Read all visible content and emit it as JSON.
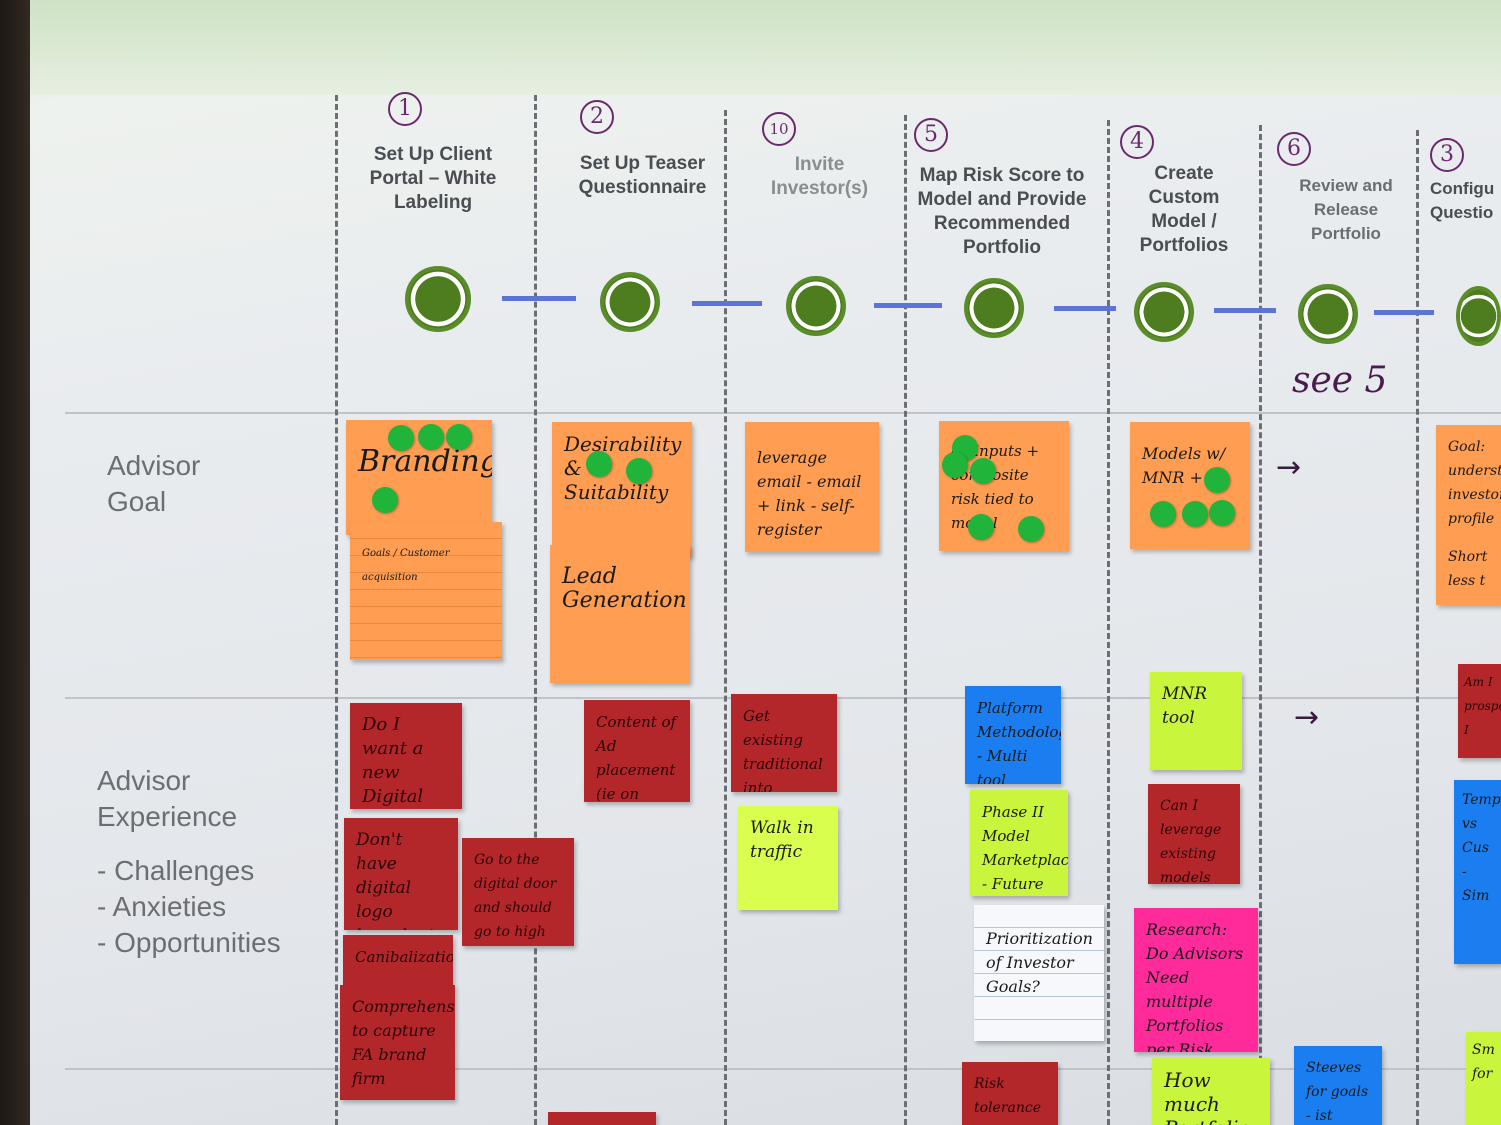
{
  "steps": [
    {
      "num": "1",
      "title": "Set Up Client Portal – White Labeling"
    },
    {
      "num": "2",
      "title": "Set Up Teaser Questionnaire"
    },
    {
      "num": "10",
      "title": "Invite Investor(s)"
    },
    {
      "num": "5",
      "title": "Map Risk Score to Model and Provide Recommended Portfolio"
    },
    {
      "num": "4",
      "title": "Create Custom Model / Portfolios"
    },
    {
      "num": "6",
      "title": "Review and Release Portfolio"
    },
    {
      "num": "3",
      "title": "Configu Questio"
    }
  ],
  "rows": {
    "goal": [
      "Advisor",
      "Goal"
    ],
    "experience": [
      "Advisor",
      "Experience",
      "- Challenges",
      "- Anxieties",
      "- Opportunities"
    ]
  },
  "annotations": {
    "see5": "see 5",
    "arrow1": "→",
    "arrow2": "→"
  },
  "notes": {
    "branding": "Branding",
    "branding_sub": "Goals / Customer acquisition",
    "desirability": "Desirability & Suitability",
    "lead_gen": "Lead Generation",
    "leverage": "leverage email - email + link - self-register",
    "inputs": "all inputs + composite risk tied to model",
    "models": "Models w/ MNR +",
    "goal_right": "Goal: understand investor profile",
    "goal_right2": "Short less t",
    "do_i_want": "Do I want a new Digital brand?",
    "dont_have": "Don't have digital logo brand, etc",
    "go_to": "Go to the digital door and should go to high touch",
    "canibalization": "Canibalization",
    "comprehensive": "Comprehensive to capture FA brand firm",
    "content": "Content of Ad placement (ie on google)",
    "get_existing": "Get existing traditional into platform",
    "walk_in": "Walk in traffic",
    "platform": "Platform Methodology - Multi tool",
    "phase2": "Phase II Model Marketplace - Future",
    "prioritization": "Prioritization of Investor Goals?",
    "risk_tolerance": "Risk tolerance will not meet",
    "mnr_tool": "MNR tool",
    "can_i": "Can I leverage existing models",
    "research": "Research: Do Advisors Need multiple Portfolios per Risk Category",
    "how_much": "How much Portfolio",
    "steeves": "Steeves for goals - ist",
    "am_i": "Am I prospe I",
    "template": "Temp vs Cus - Sim",
    "sm": "Sm for"
  },
  "colors": {
    "orange_note": "#ff9d52",
    "red_note": "#b3262a",
    "blue_note": "#1a7df0",
    "lime_note": "#c9f53c",
    "pink_note": "#ff2b9a",
    "node_green": "#4d7d1e",
    "connector_blue": "#5b74d6",
    "dot_green": "#20b43a"
  }
}
